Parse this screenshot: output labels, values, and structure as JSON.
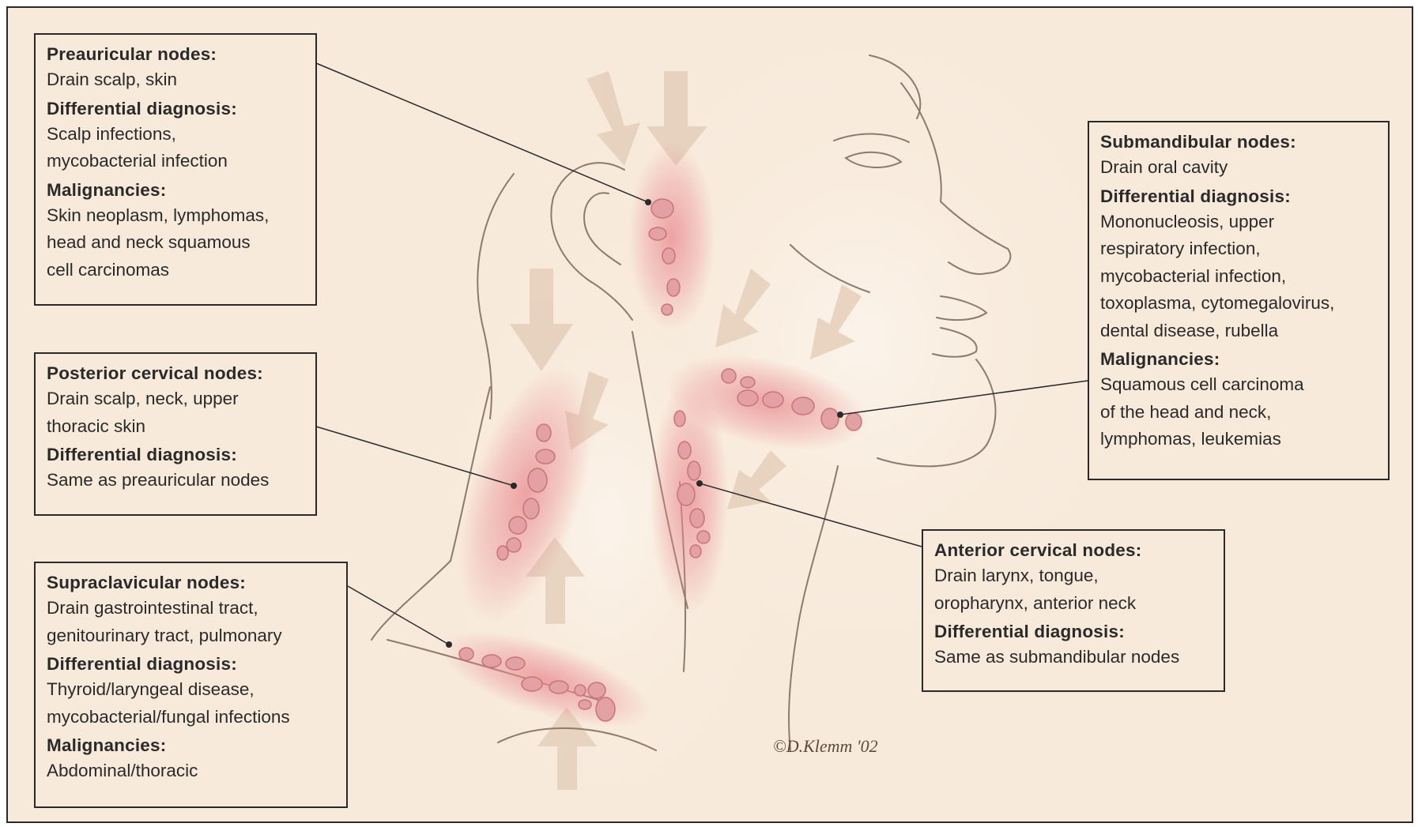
{
  "colors": {
    "background": "#f8eadb",
    "border": "#2a2a2a",
    "node_fill": "#e3a1a4",
    "node_glow": "#e98a8e",
    "arrow": "#e6d0bd",
    "line_art": "#8b7a6e"
  },
  "boxes": {
    "preauricular": {
      "title": "Preauricular nodes:",
      "drain": "Drain scalp, skin",
      "dd_heading": "Differential diagnosis:",
      "dd_text": "Scalp infections,\nmycobacterial infection",
      "mal_heading": "Malignancies:",
      "mal_text": "Skin neoplasm, lymphomas,\nhead and neck squamous\ncell carcinomas"
    },
    "posterior_cervical": {
      "title": "Posterior cervical nodes:",
      "drain": "Drain scalp, neck, upper\nthoracic skin",
      "dd_heading": "Differential diagnosis:",
      "dd_text": "Same as preauricular nodes"
    },
    "supraclavicular": {
      "title": "Supraclavicular nodes:",
      "drain": "Drain gastrointestinal tract,\ngenitourinary tract, pulmonary",
      "dd_heading": "Differential diagnosis:",
      "dd_text": "Thyroid/laryngeal disease,\nmycobacterial/fungal infections",
      "mal_heading": "Malignancies:",
      "mal_text": "Abdominal/thoracic"
    },
    "submandibular": {
      "title": "Submandibular nodes:",
      "drain": "Drain oral cavity",
      "dd_heading": "Differential diagnosis:",
      "dd_text": "Mononucleosis, upper\nrespiratory infection,\nmycobacterial infection,\ntoxoplasma, cytomegalovirus,\ndental disease, rubella",
      "mal_heading": "Malignancies:",
      "mal_text": "Squamous cell carcinoma\nof the head and neck,\nlymphomas, leukemias"
    },
    "anterior_cervical": {
      "title": "Anterior cervical nodes:",
      "drain": "Drain larynx, tongue,\noropharynx, anterior neck",
      "dd_heading": "Differential diagnosis:",
      "dd_text": "Same as submandibular nodes"
    }
  },
  "credit": "©D.Klemm '02"
}
